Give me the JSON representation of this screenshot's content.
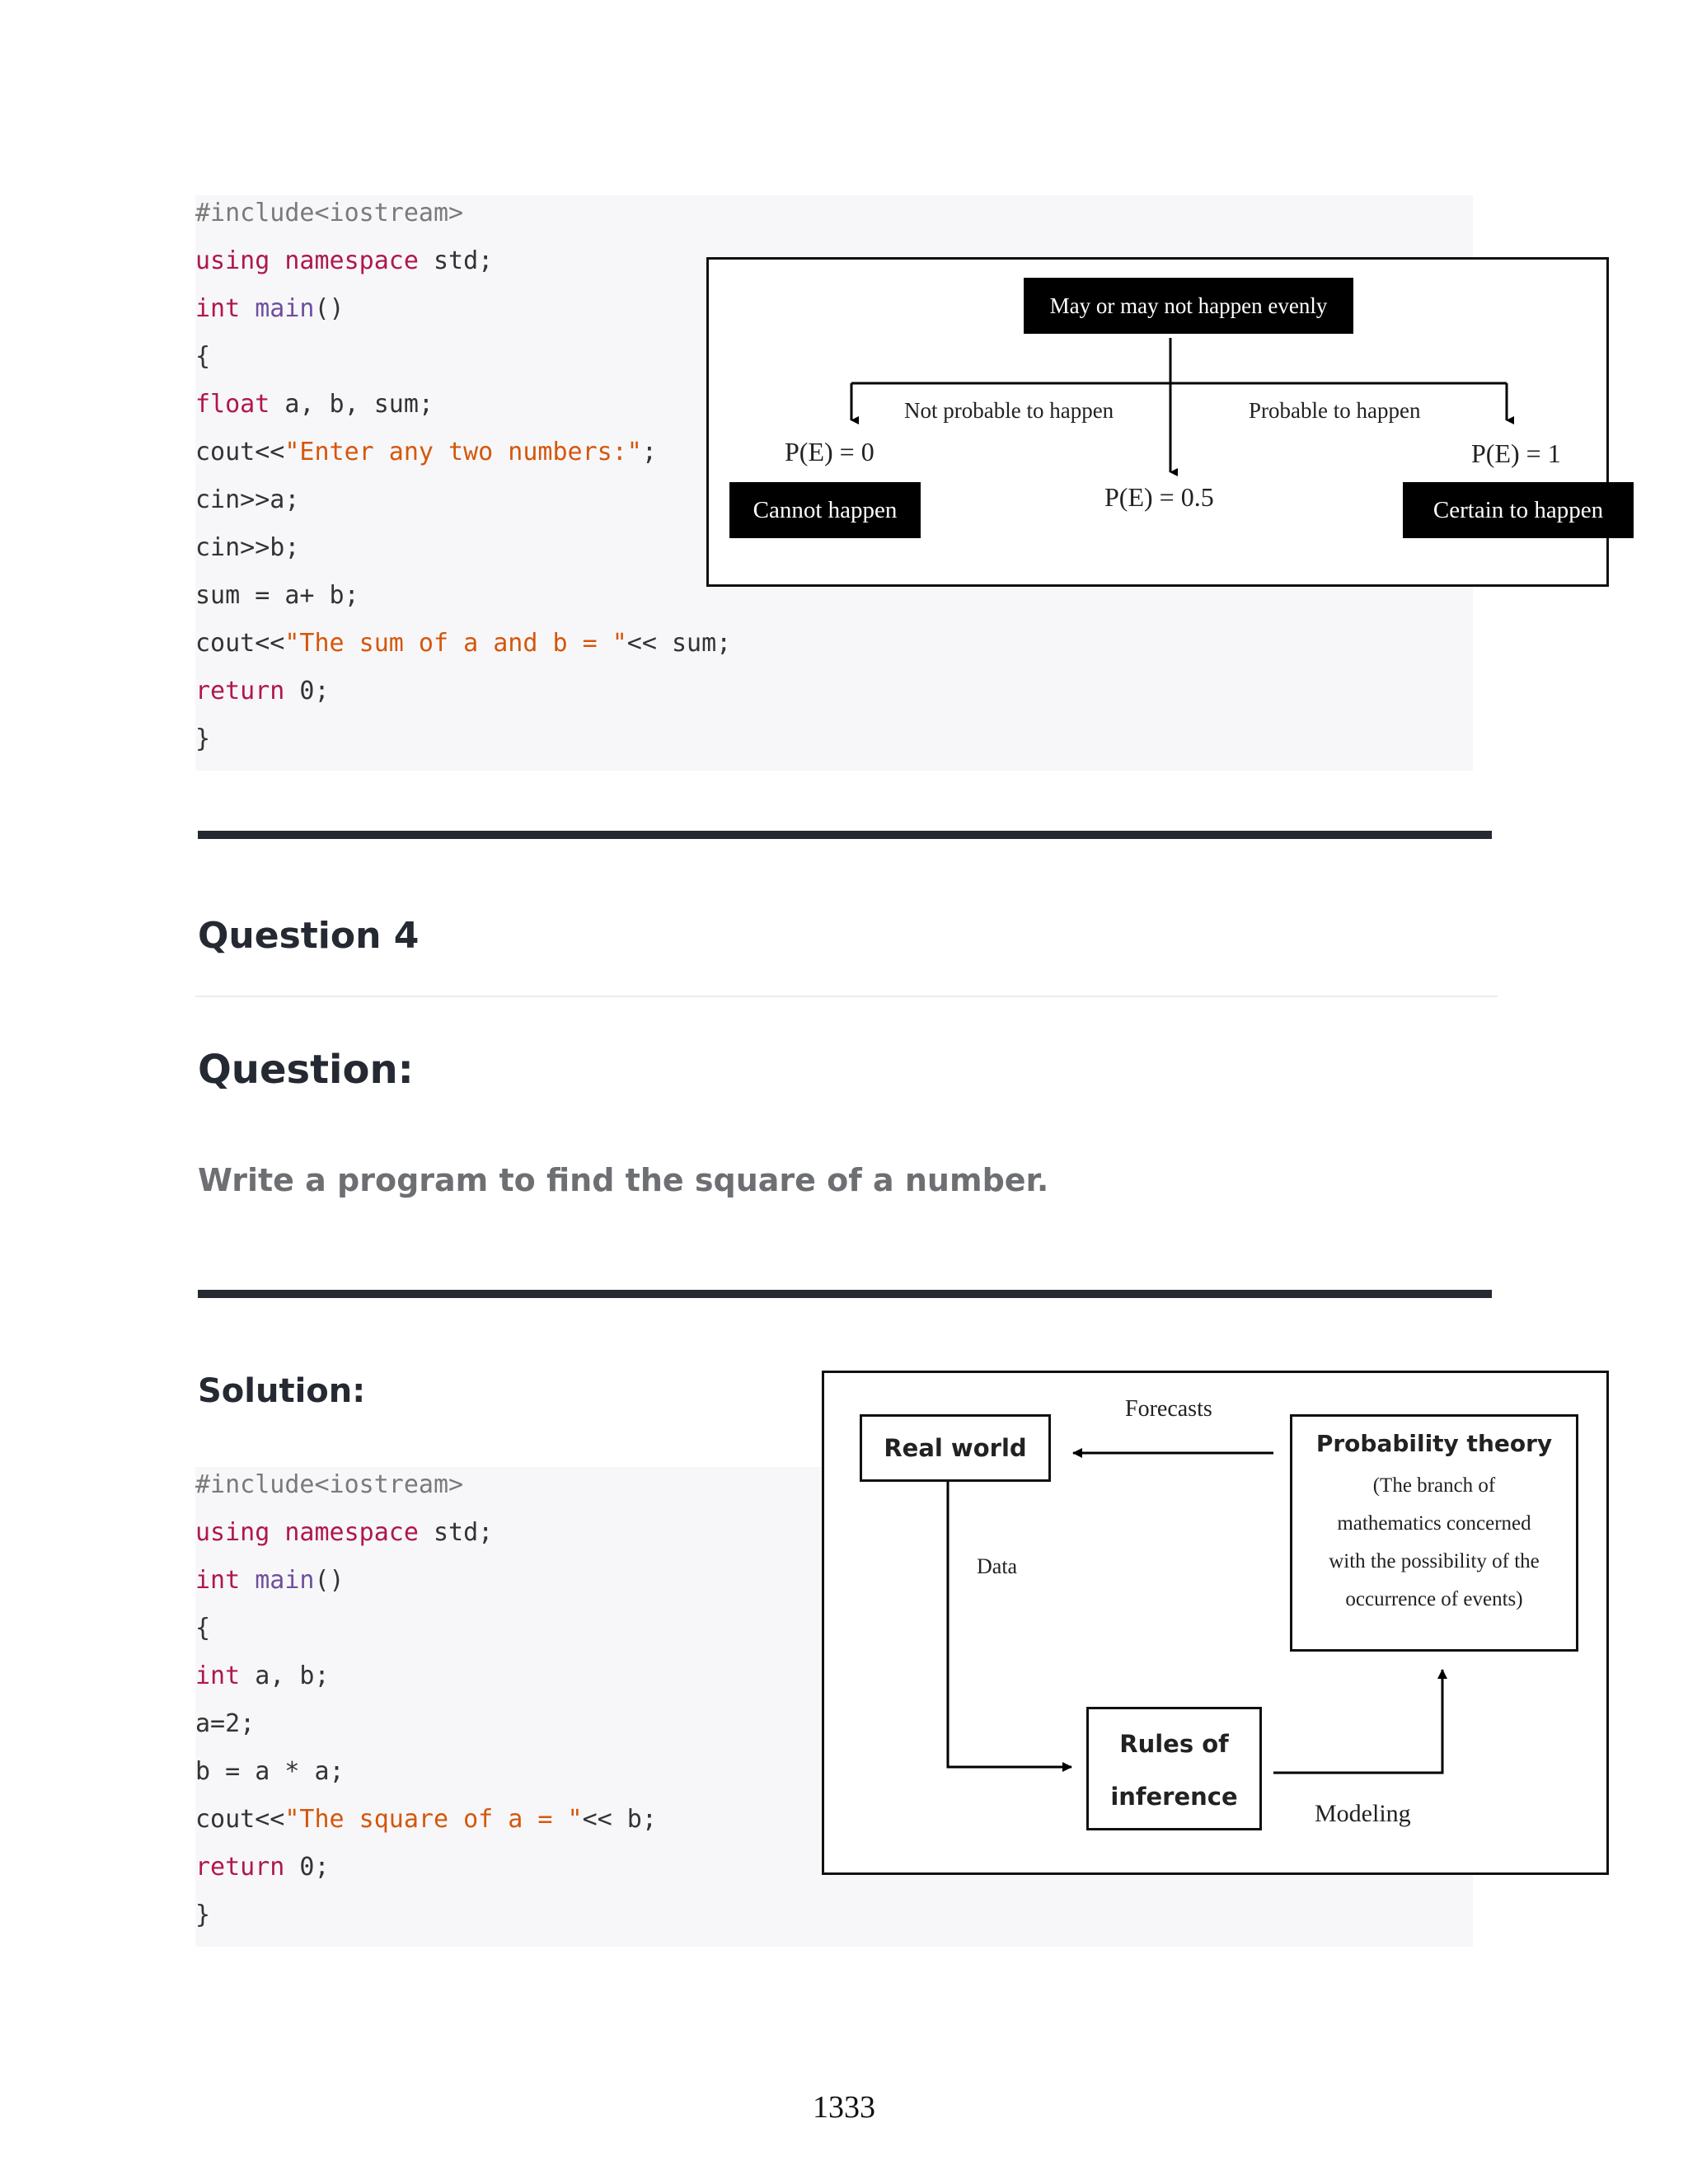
{
  "code_block_1": {
    "lines": [
      {
        "parts": [
          {
            "t": "#include<iostream>",
            "c": "pp"
          }
        ]
      },
      {
        "parts": [
          {
            "t": "using namespace",
            "c": "kw"
          },
          {
            "t": " std;",
            "c": ""
          }
        ]
      },
      {
        "parts": [
          {
            "t": "int",
            "c": "kw"
          },
          {
            "t": " ",
            "c": ""
          },
          {
            "t": "main",
            "c": "fn"
          },
          {
            "t": "()",
            "c": ""
          }
        ]
      },
      {
        "parts": [
          {
            "t": "{",
            "c": ""
          }
        ]
      },
      {
        "parts": [
          {
            "t": "float",
            "c": "kw"
          },
          {
            "t": " a, b, sum;",
            "c": ""
          }
        ]
      },
      {
        "parts": [
          {
            "t": "cout<<",
            "c": ""
          },
          {
            "t": "\"Enter any two numbers:\"",
            "c": "str"
          },
          {
            "t": ";",
            "c": ""
          }
        ]
      },
      {
        "parts": [
          {
            "t": "cin>>a;",
            "c": ""
          }
        ]
      },
      {
        "parts": [
          {
            "t": "cin>>b;",
            "c": ""
          }
        ]
      },
      {
        "parts": [
          {
            "t": "sum = a+ b;",
            "c": ""
          }
        ]
      },
      {
        "parts": [
          {
            "t": "cout<<",
            "c": ""
          },
          {
            "t": "\"The sum of a and b = \"",
            "c": "str"
          },
          {
            "t": "<< sum;",
            "c": ""
          }
        ]
      },
      {
        "parts": [
          {
            "t": "return",
            "c": "kw"
          },
          {
            "t": " 0;",
            "c": ""
          }
        ]
      },
      {
        "parts": [
          {
            "t": "}",
            "c": ""
          }
        ]
      }
    ]
  },
  "diagram_1": {
    "top_box": "May or may not happen evenly",
    "left_branch_label": "Not probable to happen",
    "right_branch_label": "Probable to happen",
    "left_prob": "P(E) = 0",
    "middle_prob": "P(E) = 0.5",
    "right_prob": "P(E) = 1",
    "left_box": "Cannot happen",
    "right_box": "Certain to happen"
  },
  "question_heading": "Question 4",
  "question_label": "Question:",
  "question_text": "Write a program to find the square of a number.",
  "solution_label": "Solution:",
  "code_block_2": {
    "lines": [
      {
        "parts": [
          {
            "t": "#include<iostream>",
            "c": "pp"
          }
        ]
      },
      {
        "parts": [
          {
            "t": "using namespace",
            "c": "kw"
          },
          {
            "t": " std;",
            "c": ""
          }
        ]
      },
      {
        "parts": [
          {
            "t": "int",
            "c": "kw"
          },
          {
            "t": " ",
            "c": ""
          },
          {
            "t": "main",
            "c": "fn"
          },
          {
            "t": "()",
            "c": ""
          }
        ]
      },
      {
        "parts": [
          {
            "t": "{",
            "c": ""
          }
        ]
      },
      {
        "parts": [
          {
            "t": "int",
            "c": "kw"
          },
          {
            "t": " a, b;",
            "c": ""
          }
        ]
      },
      {
        "parts": [
          {
            "t": "a=2;",
            "c": ""
          }
        ]
      },
      {
        "parts": [
          {
            "t": "b = a * a;",
            "c": ""
          }
        ]
      },
      {
        "parts": [
          {
            "t": "cout<<",
            "c": ""
          },
          {
            "t": "\"The square of a = \"",
            "c": "str"
          },
          {
            "t": "<< b;",
            "c": ""
          }
        ]
      },
      {
        "parts": [
          {
            "t": "return",
            "c": "kw"
          },
          {
            "t": " 0;",
            "c": ""
          }
        ]
      },
      {
        "parts": [
          {
            "t": "}",
            "c": ""
          }
        ]
      }
    ]
  },
  "diagram_2": {
    "real_world": "Real world",
    "forecasts": "Forecasts",
    "prob_theory_title": "Probability theory",
    "prob_theory_desc": [
      "(The branch of",
      "mathematics concerned",
      "with the possibility of the",
      "occurrence of events)"
    ],
    "data": "Data",
    "rules_line1": "Rules of",
    "rules_line2": "inference",
    "modeling": "Modeling"
  },
  "page_number": "1333"
}
